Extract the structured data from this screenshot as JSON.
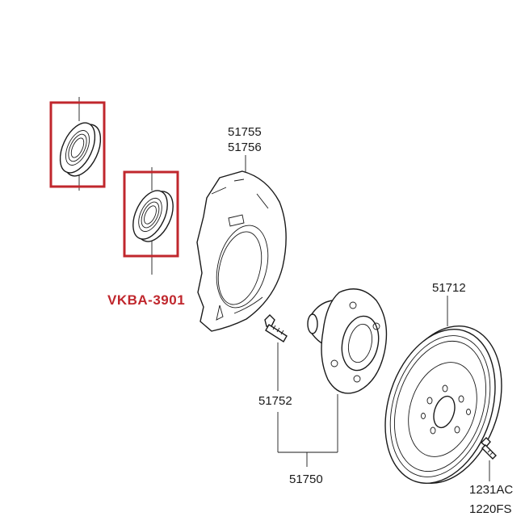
{
  "diagram": {
    "callout": {
      "label": "VKBA-3901",
      "color": "#c0272d"
    },
    "parts": {
      "dust_cover": [
        "51755",
        "51756"
      ],
      "brake_disc": "51712",
      "hub_bolt": "51752",
      "hub_assembly": "51750",
      "disc_screw": [
        "1231AC",
        "1220FS"
      ]
    },
    "icons": [
      "bearing-outer-icon",
      "bearing-inner-icon",
      "dust-cover-icon",
      "wheel-bolt-icon",
      "hub-icon",
      "brake-disc-icon",
      "disc-screw-icon"
    ]
  }
}
